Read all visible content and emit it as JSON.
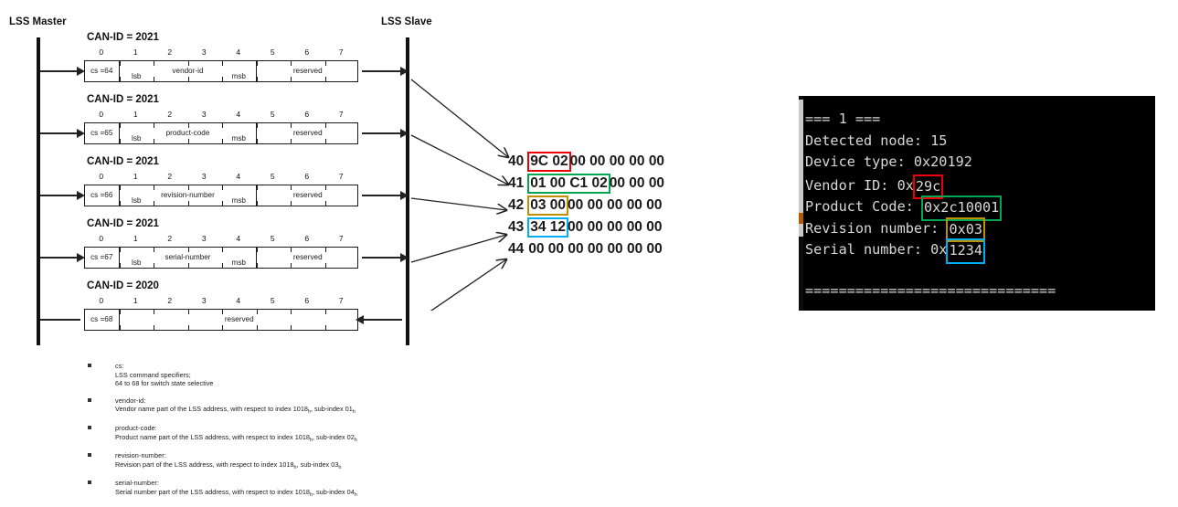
{
  "diagram": {
    "master_label": "LSS Master",
    "slave_label": "LSS Slave",
    "bit_numbers": [
      "0",
      "1",
      "2",
      "3",
      "4",
      "5",
      "6",
      "7"
    ],
    "frames": [
      {
        "can_id": "CAN-ID = 2021",
        "cs": "cs =64",
        "lsb": "lsb",
        "field": "vendor-id",
        "msb": "msb",
        "reserved": "reserved",
        "direction": "right"
      },
      {
        "can_id": "CAN-ID = 2021",
        "cs": "cs =65",
        "lsb": "lsb",
        "field": "product-code",
        "msb": "msb",
        "reserved": "reserved",
        "direction": "right"
      },
      {
        "can_id": "CAN-ID = 2021",
        "cs": "cs =66",
        "lsb": "lsb",
        "field": "revision-number",
        "msb": "msb",
        "reserved": "reserved",
        "direction": "right"
      },
      {
        "can_id": "CAN-ID = 2021",
        "cs": "cs =67",
        "lsb": "lsb",
        "field": "serial-number",
        "msb": "msb",
        "reserved": "reserved",
        "direction": "right"
      },
      {
        "can_id": "CAN-ID = 2020",
        "cs": "cs =68",
        "lsb": "",
        "field": "reserved",
        "msb": "",
        "reserved": "",
        "direction": "left"
      }
    ]
  },
  "notes": [
    {
      "term": "cs:",
      "lines": [
        "LSS command specifiers;",
        "64 to 68 for switch state selective"
      ]
    },
    {
      "term": "vendor-id:",
      "lines": [
        "Vendor name part of the LSS address, with respect to index 1018h, sub-index 01h"
      ]
    },
    {
      "term": "product-code:",
      "lines": [
        "Product name part of the LSS address, with respect to index 1018h, sub-index 02h"
      ]
    },
    {
      "term": "revision-number:",
      "lines": [
        "Revision part of the LSS address, with respect to index 1018h, sub-index 03h"
      ]
    },
    {
      "term": "serial-number:",
      "lines": [
        "Serial number part of the LSS address, with respect to index 1018h, sub-index 04h"
      ]
    }
  ],
  "hexdump": {
    "rows": [
      {
        "index": "40",
        "highlighted": "9C 02",
        "highlight_color": "red",
        "rest": "00 00 00 00 00"
      },
      {
        "index": "41",
        "highlighted": "01 00 C1 02",
        "highlight_color": "green",
        "rest": "00 00 00"
      },
      {
        "index": "42",
        "highlighted": "03 00",
        "highlight_color": "gold",
        "rest": "00 00 00 00 00"
      },
      {
        "index": "43",
        "highlighted": "34 12",
        "highlight_color": "blue",
        "rest": "00 00 00 00 00"
      },
      {
        "index": "44",
        "highlighted": "",
        "highlight_color": "none",
        "rest": "00 00 00 00 00 00 00"
      }
    ]
  },
  "terminal": {
    "lines": [
      {
        "prefix": "=== 1 ===",
        "boxed": "",
        "suffix": "",
        "color": "none"
      },
      {
        "prefix": "Detected node: 15",
        "boxed": "",
        "suffix": "",
        "color": "none"
      },
      {
        "prefix": "Device type: 0x20192",
        "boxed": "",
        "suffix": "",
        "color": "none"
      },
      {
        "prefix": "Vendor ID: 0x",
        "boxed": "29c",
        "suffix": "",
        "color": "red"
      },
      {
        "prefix": "Product Code: ",
        "boxed": "0x2c10001",
        "suffix": "",
        "color": "green"
      },
      {
        "prefix": "Revision number: ",
        "boxed": "0x03",
        "suffix": "",
        "color": "gold"
      },
      {
        "prefix": "Serial number: 0x",
        "boxed": "1234",
        "suffix": "",
        "color": "blue"
      },
      {
        "prefix": "",
        "boxed": "",
        "suffix": "",
        "color": "none"
      },
      {
        "prefix": "==============================",
        "boxed": "",
        "suffix": "",
        "color": "none"
      }
    ]
  },
  "colors": {
    "red": "#ee0000",
    "green": "#00a651",
    "gold": "#bf8f00",
    "blue": "#00aeef",
    "ink": "#1a1a1a",
    "terminal_bg": "#000000",
    "terminal_fg": "#d8d8d8"
  }
}
